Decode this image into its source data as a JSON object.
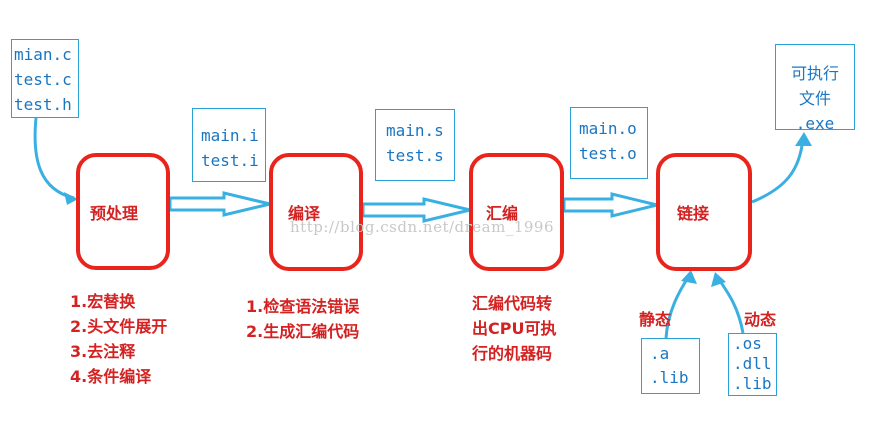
{
  "source_files": [
    "mian.c",
    "test.c",
    "test.h"
  ],
  "preprocessed_files": [
    "main.i",
    "test.i"
  ],
  "assembly_files": [
    "main.s",
    "test.s"
  ],
  "object_files": [
    "main.o",
    "test.o"
  ],
  "executable": [
    "可执行",
    "文件",
    ".exe"
  ],
  "stages": {
    "preprocess": "预处理",
    "compile": "编译",
    "assemble": "汇编",
    "link": "链接"
  },
  "notes": {
    "preprocess": [
      "1.宏替换",
      "2.头文件展开",
      "3.去注释",
      "4.条件编译"
    ],
    "compile": [
      "1.检查语法错误",
      "2.生成汇编代码"
    ],
    "assemble": [
      "汇编代码转",
      "出CPU可执",
      "行的机器码"
    ]
  },
  "libraries": {
    "static": {
      "label": "静态",
      "files": [
        ".a",
        ".lib"
      ]
    },
    "dynamic": {
      "label": "动态",
      "files": [
        ".os",
        ".dll",
        ".lib"
      ]
    }
  },
  "watermark": "http://blog.csdn.net/dream_1996",
  "colors": {
    "stage_border": "#e8241c",
    "stage_text": "#d42222",
    "file_border": "#29a3d6",
    "file_text": "#1a76c2",
    "arrow": "#3ab0e2"
  }
}
